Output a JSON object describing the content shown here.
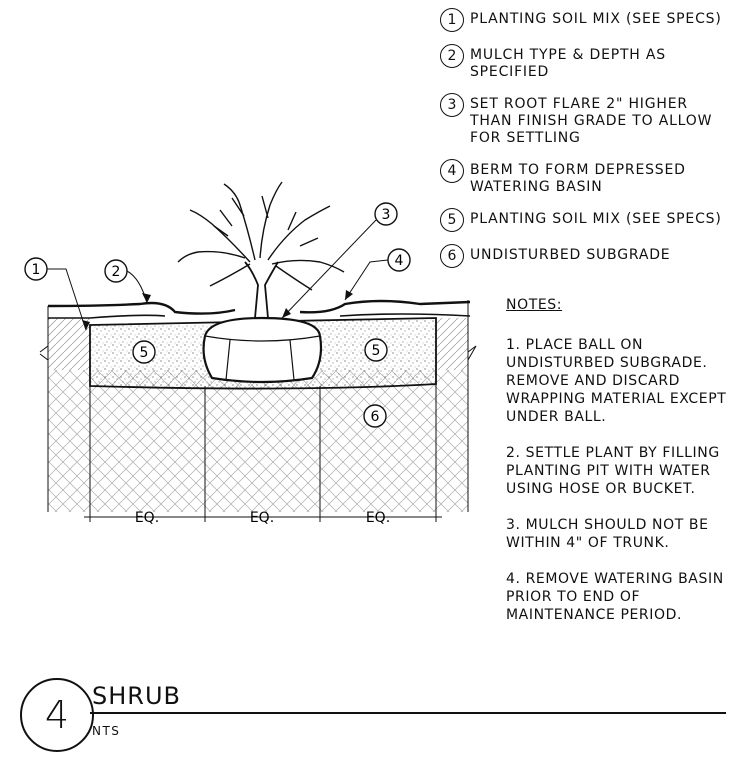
{
  "legend": [
    {
      "num": "1",
      "text": "PLANTING SOIL MIX (SEE SPECS)"
    },
    {
      "num": "2",
      "text": "MULCH TYPE & DEPTH AS SPECIFIED"
    },
    {
      "num": "3",
      "text": "SET ROOT FLARE 2\" HIGHER THAN FINISH GRADE TO ALLOW FOR SETTLING"
    },
    {
      "num": "4",
      "text": "BERM TO FORM DEPRESSED WATERING BASIN"
    },
    {
      "num": "5",
      "text": "PLANTING SOIL MIX (SEE SPECS)"
    },
    {
      "num": "6",
      "text": "UNDISTURBED SUBGRADE"
    }
  ],
  "notes": {
    "title": "NOTES:",
    "items": [
      "1.  PLACE BALL ON UNDISTURBED SUBGRADE. REMOVE AND DISCARD WRAPPING MATERIAL EXCEPT UNDER BALL.",
      "2.  SETTLE PLANT BY FILLING PLANTING PIT WITH WATER USING HOSE OR BUCKET.",
      "3.  MULCH SHOULD NOT BE WITHIN 4\" OF TRUNK.",
      "4.  REMOVE WATERING BASIN PRIOR TO END OF MAINTENANCE PERIOD."
    ]
  },
  "callouts": {
    "c1": "1",
    "c2": "2",
    "c3": "3",
    "c4": "4",
    "c5a": "5",
    "c5b": "5",
    "c6": "6"
  },
  "dimensions": {
    "d1": "EQ.",
    "d2": "EQ.",
    "d3": "EQ."
  },
  "title_block": {
    "detail_number": "4",
    "title": "SHRUB",
    "scale": "NTS"
  }
}
